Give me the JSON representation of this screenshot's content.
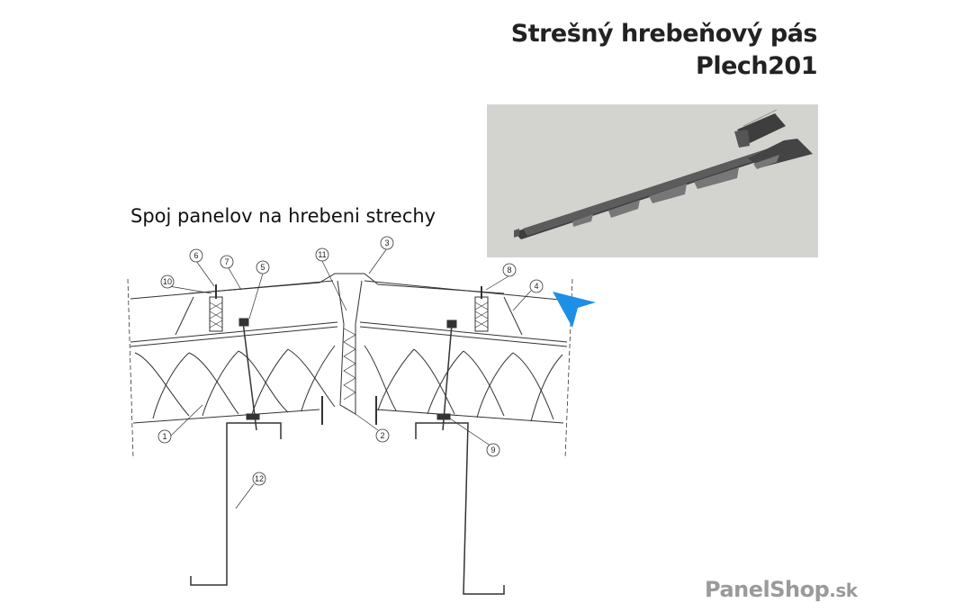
{
  "header": {
    "title_line1": "Strešný hrebeňový pás",
    "title_line2": "Plech201"
  },
  "diagram": {
    "title": "Spoj panelov na hrebeni strechy",
    "callouts": [
      "1",
      "2",
      "3",
      "4",
      "5",
      "6",
      "7",
      "8",
      "9",
      "10",
      "11",
      "12"
    ]
  },
  "logo": {
    "name": "PanelShop",
    "suffix": ".sk"
  },
  "colors": {
    "cursor": "#1e8fe6",
    "photo_bg": "#d3d3d0",
    "metal": "#4a4a4a"
  }
}
